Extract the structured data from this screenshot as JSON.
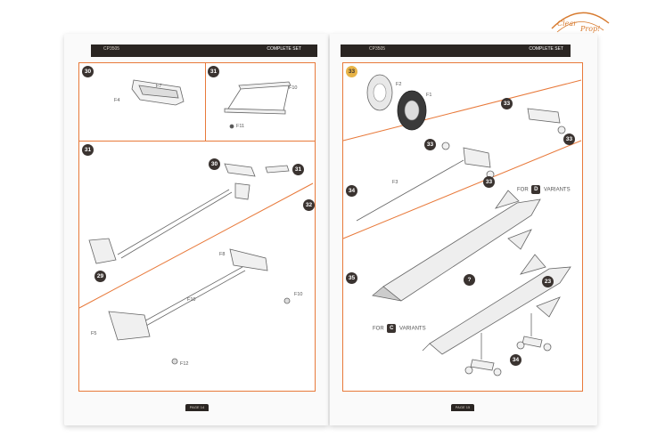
{
  "logo": {
    "text_line1": "Clear",
    "text_line2": "Prop!"
  },
  "left_page": {
    "header_code": "CP3505",
    "header_set": "COMPLETE SET",
    "footer": "PAGE 14",
    "steps": {
      "s30": "30",
      "s31": "31",
      "s31b": "31",
      "s30b": "30",
      "s31c": "31",
      "s32": "32",
      "s29": "29"
    },
    "parts": {
      "f4": "F4",
      "f7": "F7",
      "f10": "F10",
      "f11": "F11",
      "f8": "F8",
      "f10b": "F10",
      "f10c": "F10",
      "f5": "F5",
      "f12": "F12"
    }
  },
  "right_page": {
    "header_code": "CP3505",
    "header_set": "COMPLETE SET",
    "footer": "PAGE 15",
    "steps": {
      "s33": "33",
      "s33a": "33",
      "s33b": "33",
      "s33c": "33",
      "s33d": "33",
      "s34": "34",
      "s35": "35",
      "s23": "23",
      "s34b": "34",
      "q": "?"
    },
    "parts": {
      "f2": "F2",
      "f1": "F1",
      "f3": "F3"
    },
    "variant_top_pre": "FOR",
    "variant_top_badge": "D",
    "variant_top_post": "VARIANTS",
    "variant_bottom_pre": "FOR",
    "variant_bottom_badge": "C",
    "variant_bottom_post": "VARIANTS"
  }
}
